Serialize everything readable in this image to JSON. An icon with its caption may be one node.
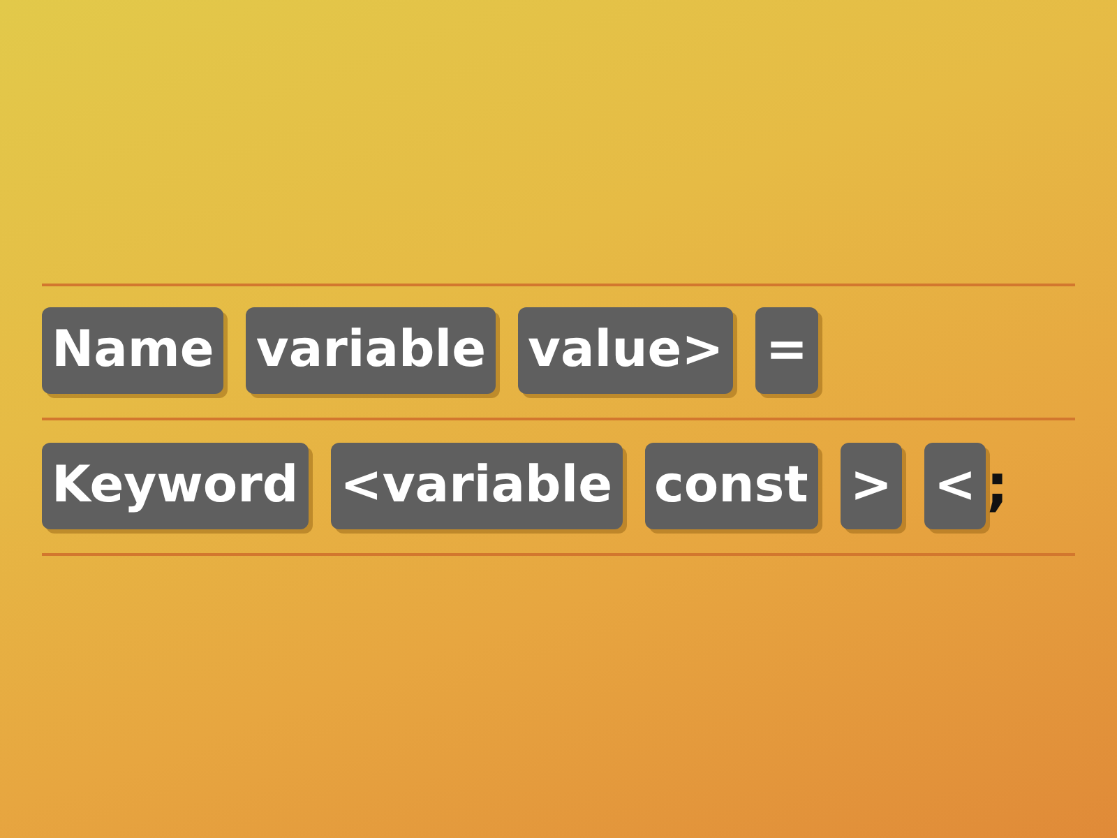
{
  "diagram": {
    "nodes": [
      {
        "text": [
          "Name"
        ]
      },
      {
        "text": [
          "variable"
        ]
      },
      {
        "text": [
          "value>"
        ]
      },
      {
        "text": [
          "="
        ]
      },
      {
        "text": [
          "Keyword"
        ]
      },
      {
        "text": [
          "<variable"
        ]
      },
      {
        "text": [
          "const"
        ]
      },
      {
        "text": [
          ">"
        ]
      },
      {
        "text": [
          "<"
        ]
      }
    ],
    "edges": [],
    "labels": [
      ";"
    ]
  }
}
